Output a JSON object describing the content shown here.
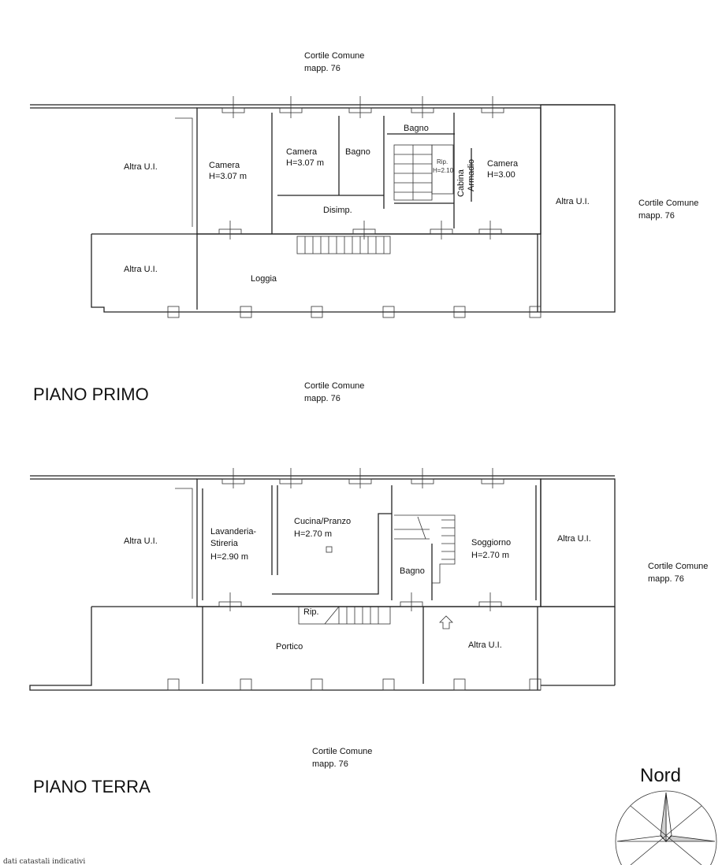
{
  "plans": {
    "primo": {
      "title": "PIANO PRIMO",
      "courtyard_top": [
        "Cortile Comune",
        "mapp. 76"
      ],
      "courtyard_bottom": [
        "Cortile Comune",
        "mapp. 76"
      ],
      "courtyard_right": [
        "Cortile Comune",
        "mapp. 76"
      ],
      "rooms": {
        "altra_left": "Altra U.I.",
        "altra_left_lower": "Altra U.I.",
        "altra_right": "Altra U.I.",
        "camera1": [
          "Camera",
          "H=3.07 m"
        ],
        "camera2": [
          "Camera",
          "H=3.07 m"
        ],
        "bagno1": "Bagno",
        "bagno2": "Bagno",
        "rip": [
          "Rip.",
          "H=2.10"
        ],
        "cabina": [
          "Cabina",
          "Armadio"
        ],
        "camera3": [
          "Camera",
          "H=3.00"
        ],
        "disimp": "Disimp.",
        "loggia": "Loggia"
      }
    },
    "terra": {
      "title": "PIANO TERRA",
      "courtyard_bottom": [
        "Cortile Comune",
        "mapp. 76"
      ],
      "courtyard_right": [
        "Cortile Comune",
        "mapp. 76"
      ],
      "rooms": {
        "altra_left": "Altra U.I.",
        "lavanderia": [
          "Lavanderia-",
          "Stireria",
          "H=2.90 m"
        ],
        "cucina": [
          "Cucina/Pranzo",
          "H=2.70 m"
        ],
        "bagno": "Bagno",
        "soggiorno": [
          "Soggiorno",
          "H=2.70 m"
        ],
        "altra_right": "Altra U.I.",
        "rip": "Rip.",
        "portico": "Portico",
        "altra_bottom": "Altra U.I."
      }
    }
  },
  "compass": {
    "label": "Nord"
  },
  "footer": {
    "text": "dati catastali indicativi"
  }
}
